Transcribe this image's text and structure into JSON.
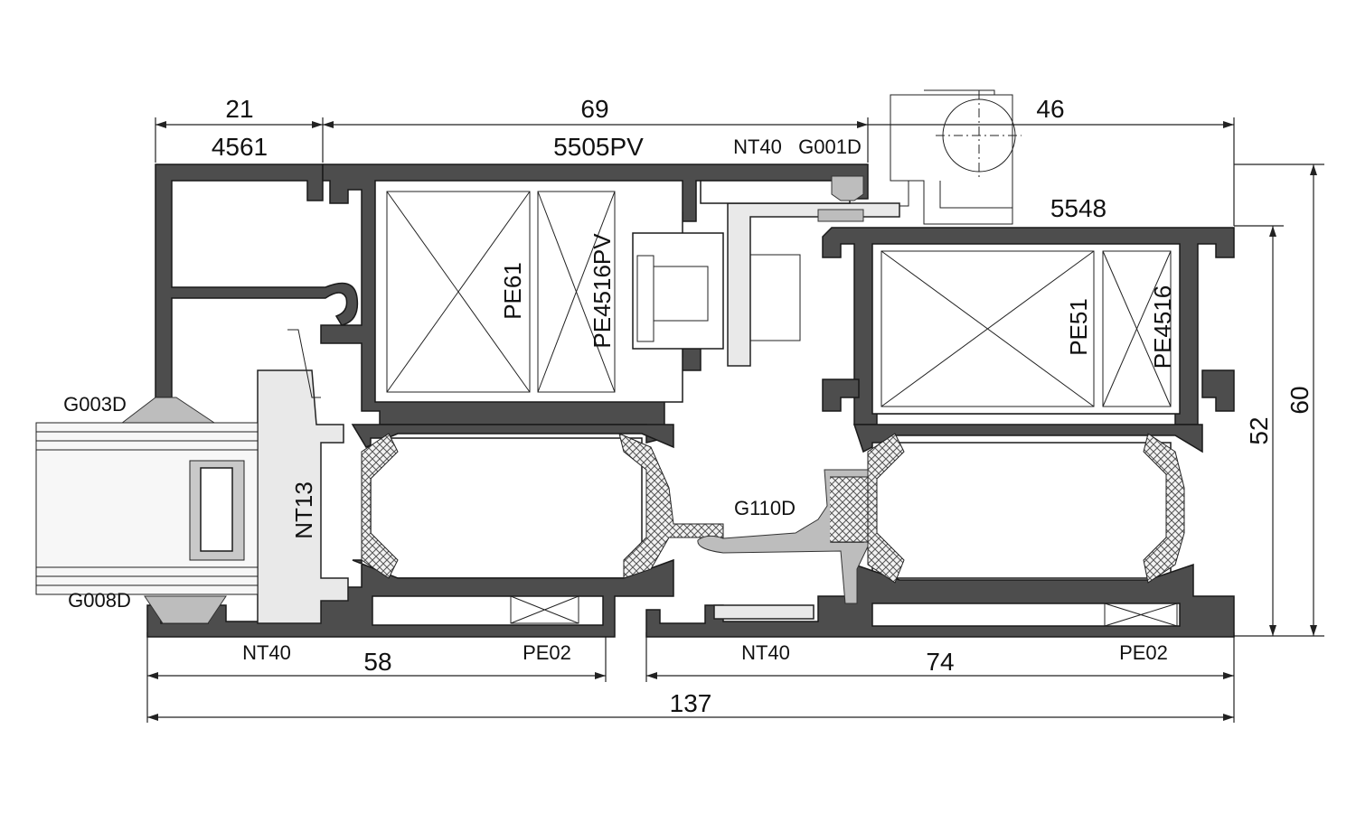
{
  "dimensions": {
    "top_left": "21",
    "top_middle": "69",
    "top_right": "46",
    "bottom_left": "58",
    "bottom_right": "74",
    "overall": "137",
    "height_inner": "52",
    "height_outer": "60"
  },
  "profiles": {
    "frame_left": "4561",
    "frame_main": "5505PV",
    "sash": "5548"
  },
  "components": {
    "nt40_top": "NT40",
    "g001d": "G001D",
    "g003d": "G003D",
    "g008d": "G008D",
    "nt13": "NT13",
    "g110d": "G110D",
    "nt40_bottom_left": "NT40",
    "nt40_bottom_right": "NT40",
    "pe02_left": "PE02",
    "pe02_right": "PE02",
    "pe61": "PE61",
    "pe4516pv": "PE4516PV",
    "pe51": "PE51",
    "pe4516": "PE4516"
  },
  "colors": {
    "aluminium": "#4d4d4d",
    "gasket": "#bdbdbd",
    "background": "#ffffff"
  }
}
